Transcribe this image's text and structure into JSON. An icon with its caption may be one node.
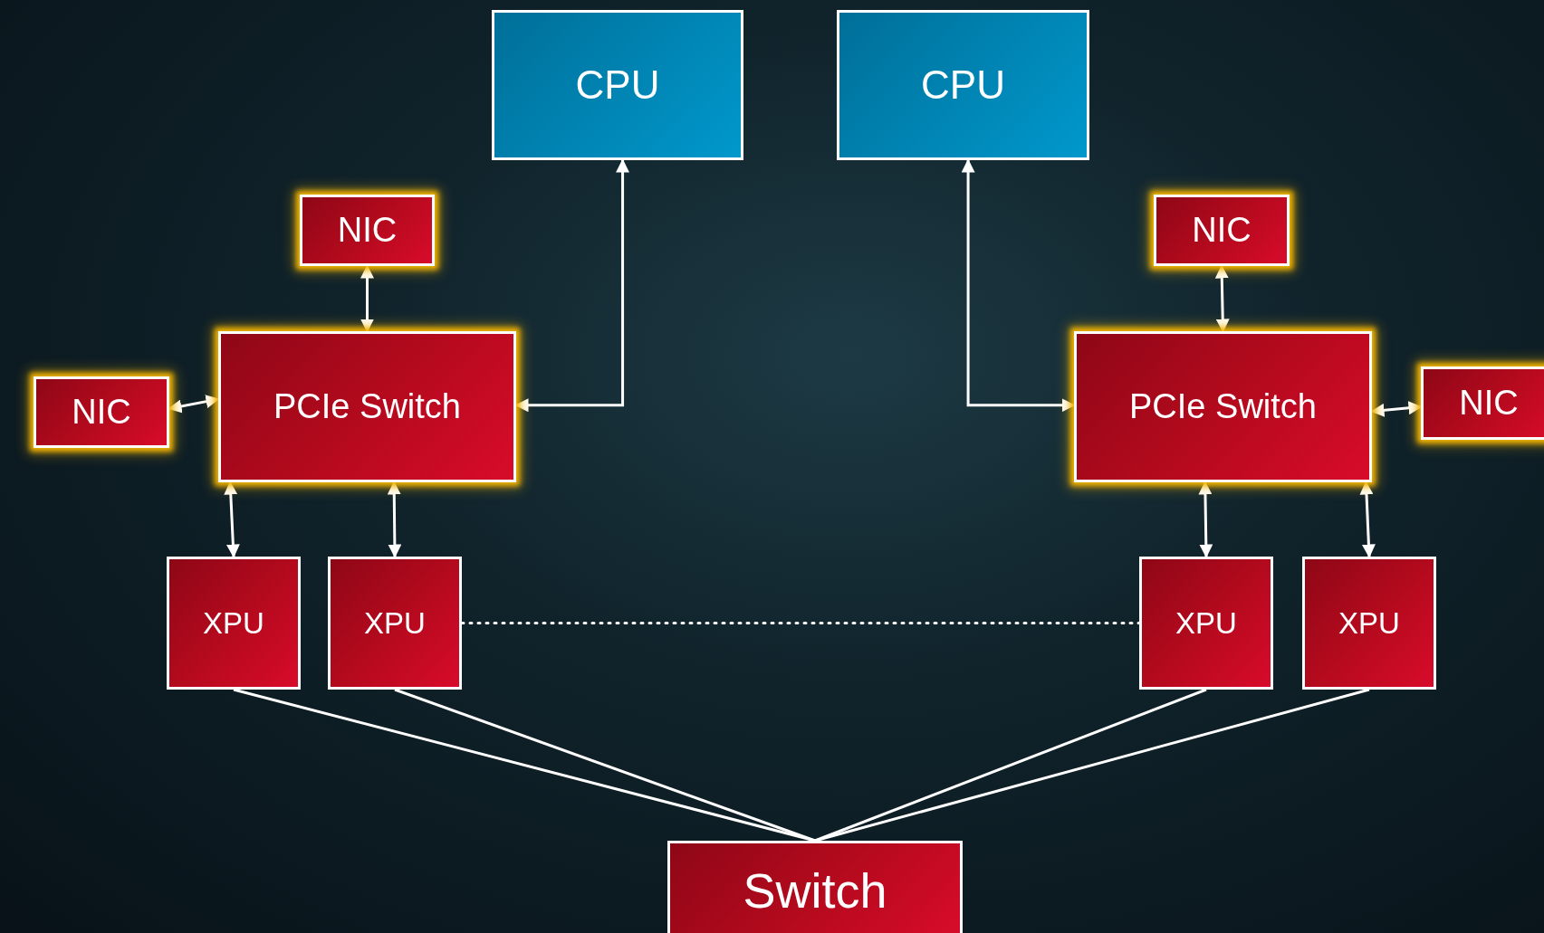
{
  "diagram": {
    "nodes": [
      {
        "text": [
          "CPU"
        ]
      },
      {
        "text": [
          "CPU"
        ]
      },
      {
        "text": [
          "NIC"
        ]
      },
      {
        "text": [
          "NIC"
        ]
      },
      {
        "text": [
          "PCIe Switch"
        ]
      },
      {
        "text": [
          "NIC"
        ]
      },
      {
        "text": [
          "PCIe Switch"
        ]
      },
      {
        "text": [
          "NIC"
        ]
      },
      {
        "text": [
          "XPU"
        ]
      },
      {
        "text": [
          "XPU"
        ]
      },
      {
        "text": [
          "XPU"
        ]
      },
      {
        "text": [
          "XPU"
        ]
      },
      {
        "text": [
          "Switch"
        ]
      }
    ],
    "edges": [
      {
        "from": 4,
        "to": 0,
        "arrow": "both"
      },
      {
        "from": 6,
        "to": 1,
        "arrow": "both"
      },
      {
        "from": 4,
        "to": 2,
        "arrow": "both"
      },
      {
        "from": 4,
        "to": 3,
        "arrow": "both"
      },
      {
        "from": 6,
        "to": 5,
        "arrow": "both"
      },
      {
        "from": 6,
        "to": 7,
        "arrow": "both"
      },
      {
        "from": 4,
        "to": 8,
        "arrow": "both"
      },
      {
        "from": 4,
        "to": 9,
        "arrow": "both"
      },
      {
        "from": 6,
        "to": 10,
        "arrow": "both"
      },
      {
        "from": 6,
        "to": 11,
        "arrow": "both"
      },
      {
        "from": 9,
        "to": 10,
        "arrow": "none",
        "style": "dashed"
      },
      {
        "from": 8,
        "to": 12,
        "arrow": "none"
      },
      {
        "from": 9,
        "to": 12,
        "arrow": "none"
      },
      {
        "from": 10,
        "to": 12,
        "arrow": "none"
      },
      {
        "from": 11,
        "to": 12,
        "arrow": "none"
      }
    ]
  }
}
